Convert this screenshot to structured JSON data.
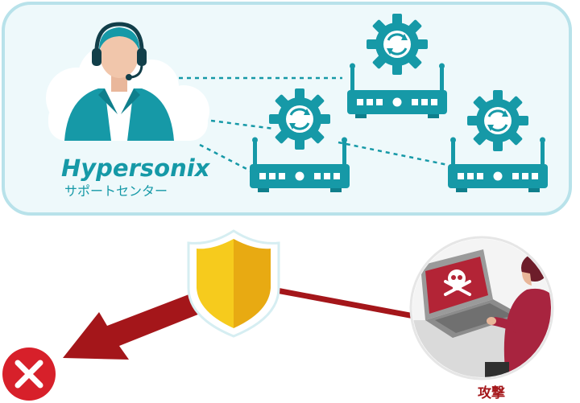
{
  "brand": {
    "name": "Hypersonix",
    "subtitle": "サポートセンター"
  },
  "attack_label": "攻撃",
  "colors": {
    "teal": "#1699a7",
    "teal_dark": "#0f7f8c",
    "panel_bg": "#eef9fb",
    "panel_border": "#b8e2ea",
    "shield_gold": "#f2c21b",
    "shield_dark": "#e2a512",
    "arrow_red": "#a4161a",
    "attacker_red": "#b0263c",
    "error_red": "#d7202a"
  },
  "icons": {
    "support_agent": "headset-operator-icon",
    "devices": "router-with-gear-icon",
    "shield": "shield-icon",
    "attacker": "hacker-at-laptop-icon",
    "blocked": "close-circle-icon",
    "screen_symbol": "skull-crossbones-icon"
  }
}
